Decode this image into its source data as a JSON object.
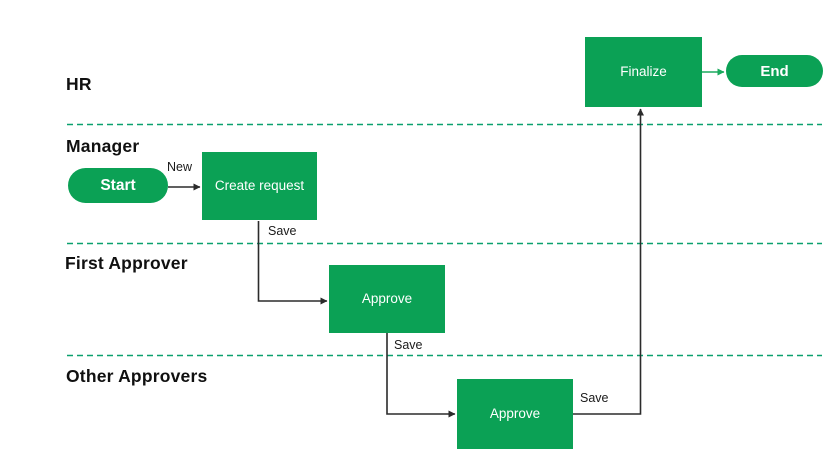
{
  "diagram": {
    "lanes": [
      {
        "label": "HR"
      },
      {
        "label": "Manager"
      },
      {
        "label": "First Approver"
      },
      {
        "label": "Other Approvers"
      }
    ],
    "nodes": {
      "start": {
        "label": "Start",
        "type": "start"
      },
      "create_request": {
        "label": "Create request",
        "type": "task"
      },
      "approve_first": {
        "label": "Approve",
        "type": "task"
      },
      "approve_other": {
        "label": "Approve",
        "type": "task"
      },
      "finalize": {
        "label": "Finalize",
        "type": "task"
      },
      "end": {
        "label": "End",
        "type": "end"
      }
    },
    "edges": {
      "new_label": "New",
      "save_create_label": "Save",
      "save_first_label": "Save",
      "save_other_label": "Save"
    },
    "colors": {
      "node_green": "#0ba155",
      "divider_green": "#0aa06e",
      "connector_black": "#2b2b2b",
      "connector_green": "#1baa5e"
    }
  }
}
